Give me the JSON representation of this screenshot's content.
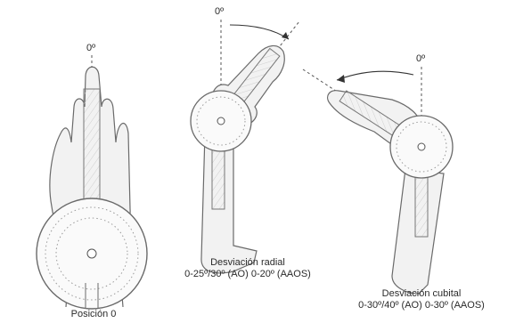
{
  "figure": {
    "panels": [
      {
        "id": "neutral",
        "zero_label": "0º",
        "caption_lines": [
          "Posición 0"
        ]
      },
      {
        "id": "radial",
        "zero_label": "0º",
        "caption_lines": [
          "Desviación radial",
          "0-25º/30º (AO) 0-20º (AAOS)"
        ]
      },
      {
        "id": "ulnar",
        "zero_label": "0º",
        "caption_lines": [
          "Desviación cubital",
          "0-30º/40º (AO) 0-30º (AAOS)"
        ]
      }
    ]
  }
}
